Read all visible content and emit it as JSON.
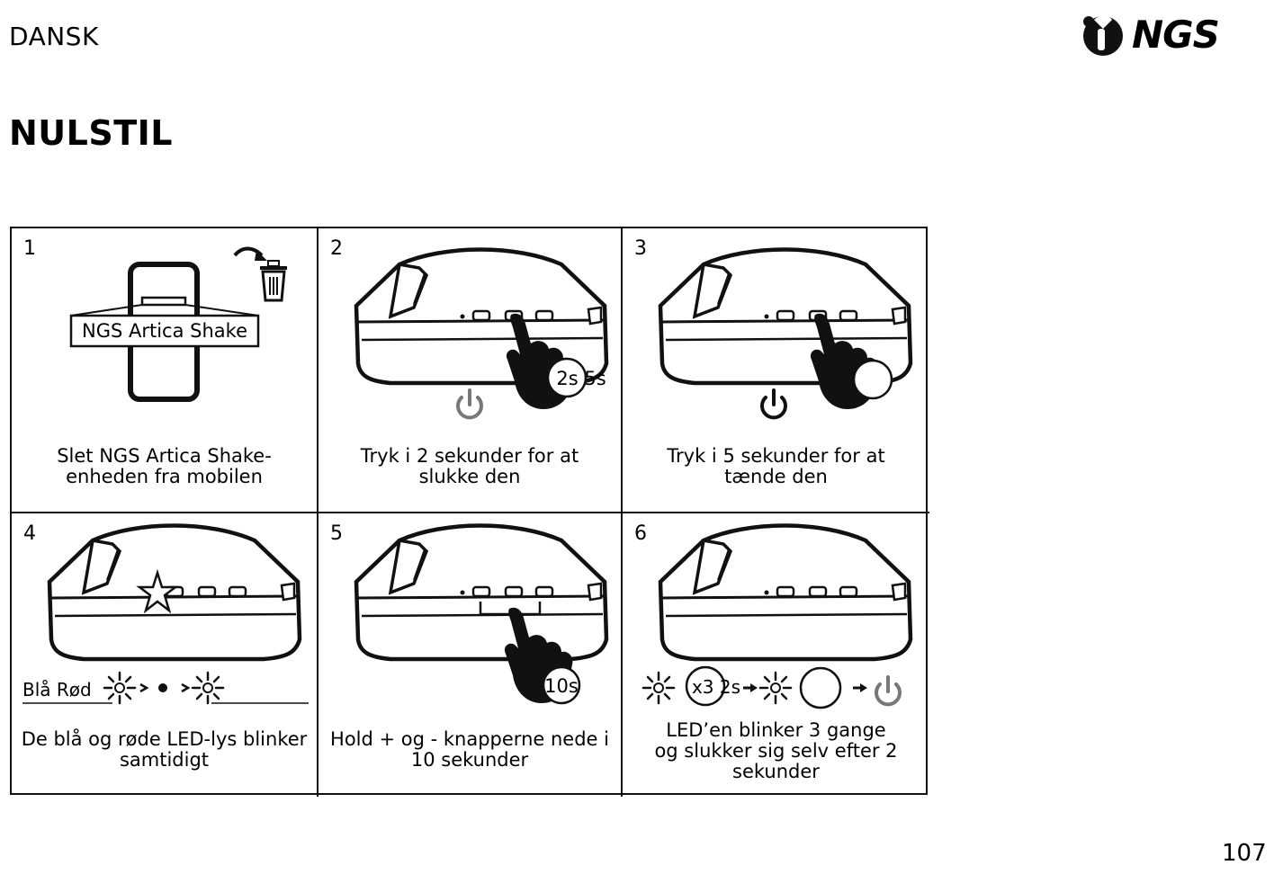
{
  "header": {
    "language": "DANSK",
    "brand": "NGS"
  },
  "section_title": "NULSTIL",
  "steps": [
    {
      "number": "1",
      "device_label": "NGS Artica Shake",
      "caption_lines": [
        "Slet NGS Artica Shake-",
        "enheden fra mobilen"
      ]
    },
    {
      "number": "2",
      "timer_label": "2s 5s",
      "caption_lines": [
        "Tryk i 2 sekunder for at",
        "slukke den"
      ]
    },
    {
      "number": "3",
      "caption_lines": [
        "Tryk i 5 sekunder for at",
        "tænde den"
      ]
    },
    {
      "number": "4",
      "led_label": "Blå Rød",
      "caption_lines": [
        "De blå og røde LED-lys blinker",
        "samtidigt"
      ]
    },
    {
      "number": "5",
      "timer_label": "10s",
      "caption_lines": [
        "Hold + og - knapperne nede i",
        "10 sekunder"
      ]
    },
    {
      "number": "6",
      "blink_label": "x3 2s",
      "caption_lines": [
        "LED’en blinker 3 gange",
        "og slukker sig selv efter 2",
        "sekunder"
      ]
    }
  ],
  "footer": {
    "page_number": "107"
  }
}
